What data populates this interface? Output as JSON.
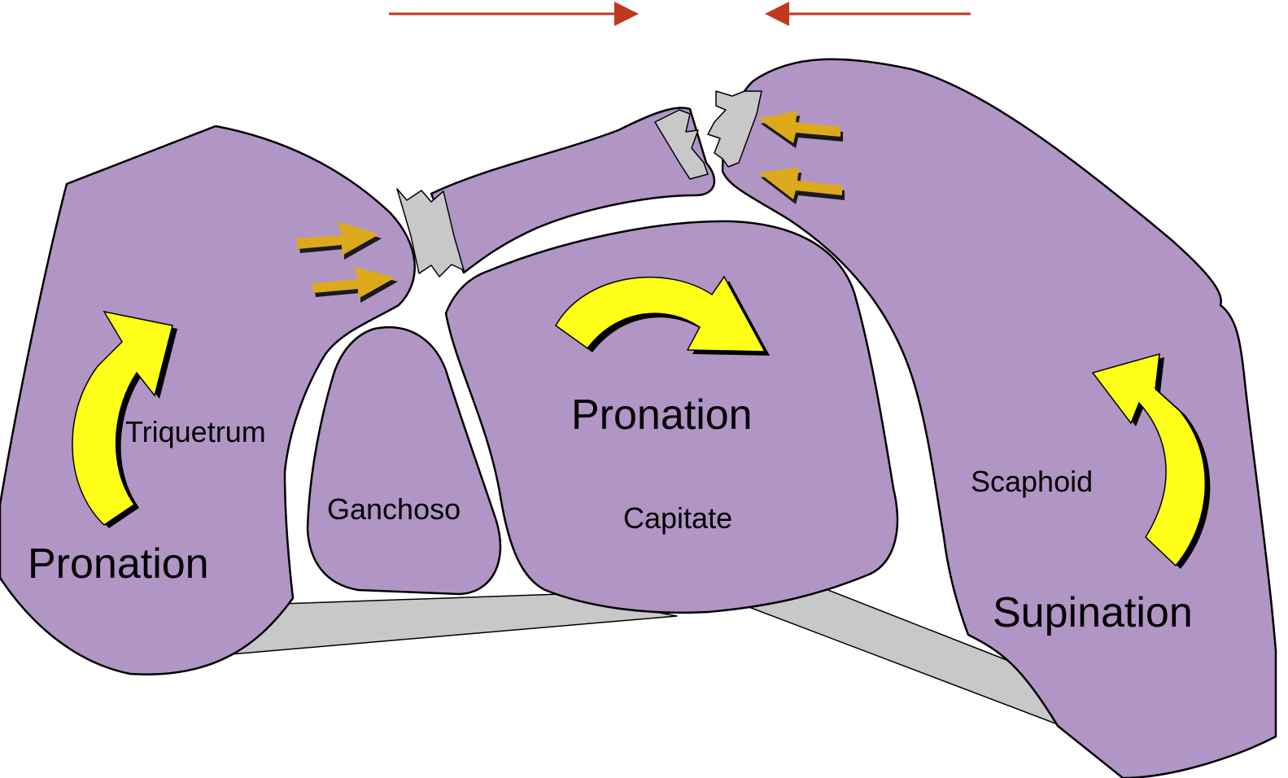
{
  "colors": {
    "bone": "#b095c5",
    "ligament": "#c8c8c8",
    "rotation_arrow": "#ffff1a",
    "force_arrow": "#dda91c",
    "compression_arrow": "#c0391d"
  },
  "labels": {
    "triquetrum": "Triquetrum",
    "ganchoso": "Ganchoso",
    "capitate": "Capitate",
    "scaphoid": "Scaphoid",
    "left_motion": "Pronation",
    "center_motion": "Pronation",
    "right_motion": "Supination"
  }
}
